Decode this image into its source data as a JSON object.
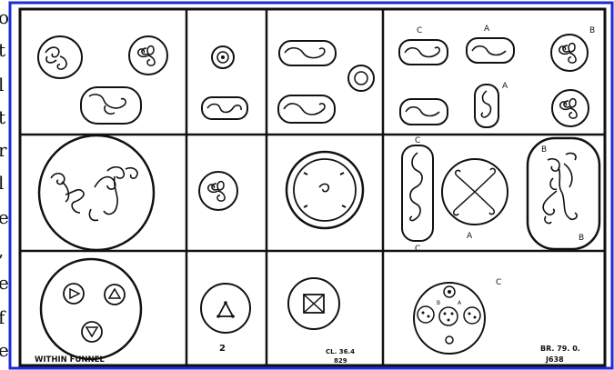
{
  "page": {
    "accent_colors": {
      "frame": "#1c2bd6",
      "ink": "#111111",
      "paper": "#ffffff"
    },
    "left_edge_text": [
      "o",
      "t",
      "l",
      "t",
      "r",
      "l",
      "e",
      ",",
      "e",
      "f",
      "e"
    ]
  },
  "plate": {
    "cell_labels": {
      "row1_col4_a": "C",
      "row1_col4_b": "A",
      "row1_col4_c": "B",
      "row1_col4_d": "A",
      "row2_col4_c_top": "C",
      "row2_col4_c_bottom": "C",
      "row2_col4_a": "A",
      "row2_col4_b_top": "B",
      "row2_col4_b_bottom": "B",
      "row3_col1_caption": "WITHIN FUNNEL",
      "row3_col2_number": "2",
      "row3_col3_ref_1": "CL. 36.4",
      "row3_col3_ref_2": "829",
      "row3_col4_c": "C",
      "row3_col4_a": "A",
      "row3_col4_b": "B",
      "row3_col4_ref_1": "BR. 79. 0.",
      "row3_col4_ref_2": "J638"
    }
  }
}
